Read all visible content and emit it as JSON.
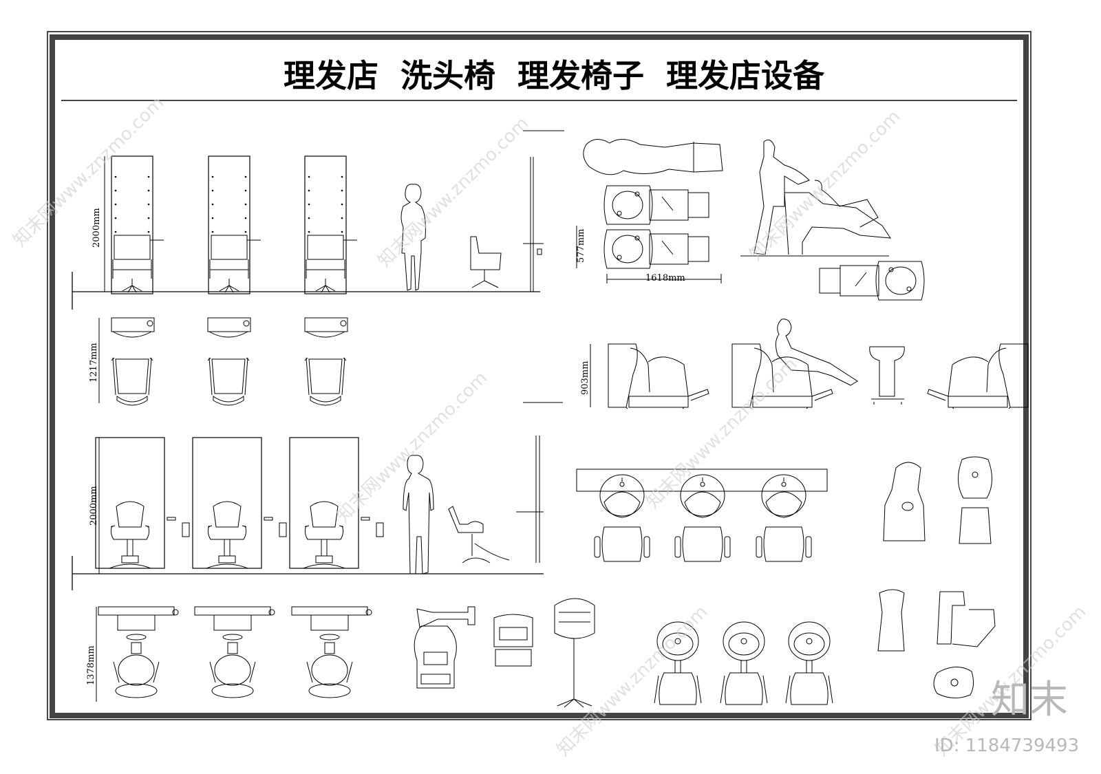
{
  "title": "理发店  洗头椅  理发椅子  理发店设备",
  "dimensions": {
    "mirror_height_top": "2000mm",
    "wash_bed_width": "577mm",
    "chair_plan_depth": "1217mm",
    "wash_bed_length": "1618mm",
    "wash_chair_height": "903mm",
    "mirror_height_bottom": "2000mm",
    "station_plan_depth": "1378mm"
  },
  "watermark": {
    "logo": "知末",
    "id": "ID: 1184739493",
    "site": "znzmo.com",
    "site_www": "www.znzmo.com",
    "brand": "知末网"
  }
}
